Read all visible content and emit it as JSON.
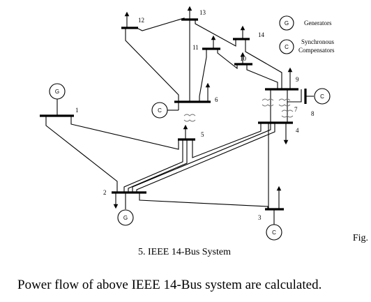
{
  "buses": [
    {
      "id": "bus-1",
      "label": "1"
    },
    {
      "id": "bus-2",
      "label": "2"
    },
    {
      "id": "bus-3",
      "label": "3"
    },
    {
      "id": "bus-4",
      "label": "4"
    },
    {
      "id": "bus-5",
      "label": "5"
    },
    {
      "id": "bus-6",
      "label": "6"
    },
    {
      "id": "bus-7",
      "label": "7"
    },
    {
      "id": "bus-8",
      "label": "8"
    },
    {
      "id": "bus-9",
      "label": "9"
    },
    {
      "id": "bus-10",
      "label": "10"
    },
    {
      "id": "bus-11",
      "label": "11"
    },
    {
      "id": "bus-12",
      "label": "12"
    },
    {
      "id": "bus-13",
      "label": "13"
    },
    {
      "id": "bus-14",
      "label": "14"
    }
  ],
  "symbols": {
    "generator": "G",
    "compensator": "C"
  },
  "legend": {
    "generators": "Generators",
    "compensators_line1": "Synchronous",
    "compensators_line2": "Compensators"
  },
  "fig_fragment": "Fig.",
  "caption": "5. IEEE 14-Bus System",
  "body_text": "Power flow of above IEEE 14-Bus system are calculated."
}
